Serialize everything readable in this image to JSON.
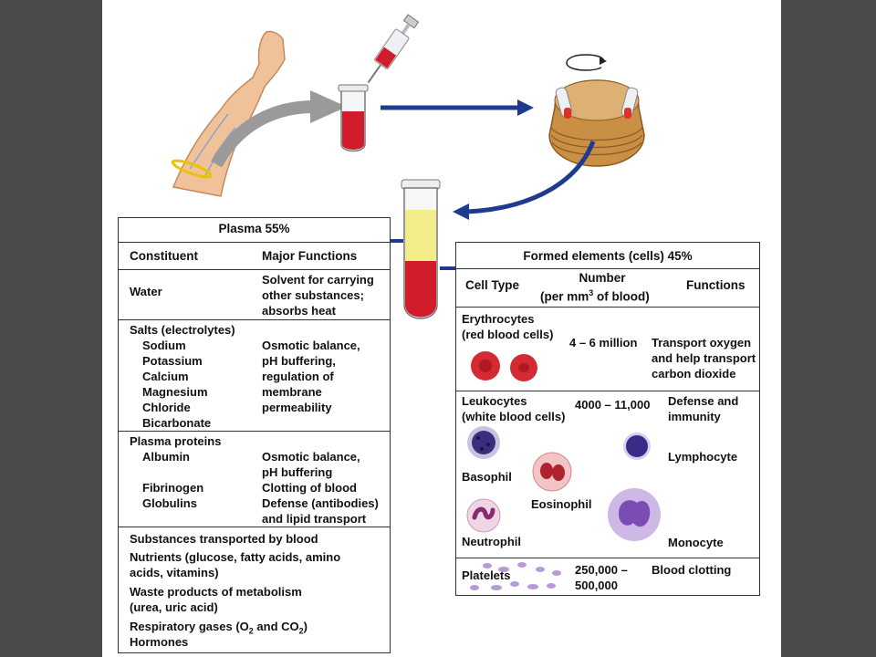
{
  "plasma": {
    "title": "Plasma 55%",
    "col_constituent": "Constituent",
    "col_functions": "Major Functions",
    "water": {
      "name": "Water",
      "functions": [
        "Solvent for carrying",
        "other substances;",
        "absorbs heat"
      ]
    },
    "salts": {
      "name": "Salts (electrolytes)",
      "items": [
        "Sodium",
        "Potassium",
        "Calcium",
        "Magnesium",
        "Chloride",
        "Bicarbonate"
      ],
      "functions": [
        "Osmotic balance,",
        "pH buffering,",
        "regulation of",
        "membrane",
        "permeability"
      ]
    },
    "proteins": {
      "name": "Plasma proteins",
      "albumin": "Albumin",
      "albumin_functions": [
        "Osmotic balance,",
        "pH buffering"
      ],
      "fibrinogen": "Fibrinogen",
      "fibrinogen_function": "Clotting of blood",
      "globulins": "Globulins",
      "globulins_functions": [
        "Defense (antibodies)",
        "and lipid transport"
      ]
    },
    "transported": {
      "title": "Substances transported by blood",
      "nutrients": [
        "Nutrients (glucose, fatty acids, amino",
        "acids, vitamins)"
      ],
      "waste": [
        "Waste products of metabolism",
        "(urea, uric acid)"
      ],
      "gases_prefix": "Respiratory gases (O",
      "gases_sub1": "2",
      "gases_mid": " and CO",
      "gases_sub2": "2",
      "gases_suffix": ")",
      "hormones": "Hormones"
    }
  },
  "formed": {
    "title": "Formed elements (cells) 45%",
    "col_cell_type": "Cell Type",
    "col_number_line1": "Number",
    "col_number_line2_prefix": "(per mm",
    "col_number_sup": "3",
    "col_number_line2_suffix": " of blood)",
    "col_functions": "Functions",
    "erythrocytes": {
      "name": [
        "Erythrocytes",
        "(red blood cells)"
      ],
      "number": "4 – 6 million",
      "functions": [
        "Transport oxygen",
        "and help transport",
        "carbon dioxide"
      ]
    },
    "leukocytes": {
      "name": [
        "Leukocytes",
        "(white blood cells)"
      ],
      "number": "4000 – 11,000",
      "functions": [
        "Defense and",
        "immunity"
      ],
      "basophil": "Basophil",
      "eosinophil": "Eosinophil",
      "neutrophil": "Neutrophil",
      "lymphocyte": "Lymphocyte",
      "monocyte": "Monocyte"
    },
    "platelets": {
      "name": "Platelets",
      "number": [
        "250,000 –",
        "500,000"
      ],
      "function": "Blood clotting"
    }
  },
  "colors": {
    "arrow_blue": "#1f3b8f",
    "blood_red": "#c8102e",
    "plasma_yellow": "#f2ec8a",
    "centrifuge_tan": "#c98f45"
  },
  "icons": [
    "arm-icon",
    "syringe-icon",
    "blood-tube-icon",
    "centrifuge-icon",
    "rotation-arrow-icon",
    "separated-tube-icon"
  ]
}
